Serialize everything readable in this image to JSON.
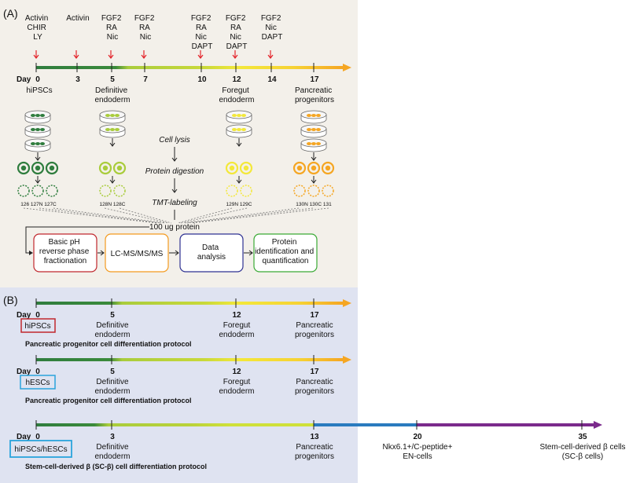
{
  "panelA": {
    "label": "(A)",
    "day_label": "Day",
    "treatments": [
      [
        "Activin",
        "CHIR",
        "LY"
      ],
      [
        "Activin"
      ],
      [
        "FGF2",
        "RA",
        "Nic"
      ],
      [
        "FGF2",
        "RA",
        "Nic"
      ],
      [
        "FGF2",
        "RA",
        "Nic",
        "DAPT"
      ],
      [
        "FGF2",
        "RA",
        "Nic",
        "DAPT"
      ],
      [
        "FGF2",
        "Nic",
        "DAPT"
      ]
    ],
    "days": [
      "0",
      "3",
      "5",
      "7",
      "10",
      "12",
      "14",
      "17"
    ],
    "stages": [
      [
        "hiPSCs"
      ],
      [
        "Definitive",
        "endoderm"
      ],
      [
        "Foregut",
        "endoderm"
      ],
      [
        "Pancreatic",
        "progenitors"
      ]
    ],
    "steps": [
      "Cell lysis",
      "Protein digestion",
      "TMT-labeling"
    ],
    "tmt_labels": [
      "126 127N 127C",
      "128N 128C",
      "129N 129C",
      "130N 130C 131"
    ],
    "protein_amount": "100 ug protein",
    "workflow": [
      [
        "Basic pH",
        "reverse phase",
        "fractionation"
      ],
      [
        "LC-MS/MS/MS"
      ],
      [
        "Data",
        "analysis"
      ],
      [
        "Protein",
        "identification and",
        "quantification"
      ]
    ]
  },
  "panelB": {
    "label": "(B)",
    "protocols": [
      {
        "days": [
          "0",
          "5",
          "12",
          "17"
        ],
        "cell": "hiPSCs",
        "stages": [
          [
            "Definitive",
            "endoderm"
          ],
          [
            "Foregut",
            "endoderm"
          ],
          [
            "Pancreatic",
            "progenitors"
          ]
        ],
        "title": "Pancreatic progenitor cell differentiation protocol"
      },
      {
        "days": [
          "0",
          "5",
          "12",
          "17"
        ],
        "cell": "hESCs",
        "stages": [
          [
            "Definitive",
            "endoderm"
          ],
          [
            "Foregut",
            "endoderm"
          ],
          [
            "Pancreatic",
            "progenitors"
          ]
        ],
        "title": "Pancreatic progenitor cell differentiation protocol"
      },
      {
        "days": [
          "0",
          "3",
          "13",
          "20",
          "35"
        ],
        "cell": "hiPSCs/hESCs",
        "stages": [
          [
            "Definitive",
            "endoderm"
          ],
          [
            "Pancreatic",
            "progenitors"
          ],
          [
            "Nkx6.1+/C-peptide+",
            "EN-cells"
          ],
          [
            "Stem-cell-derived β cells",
            "(SC-β cells)"
          ]
        ],
        "title": "Stem-cell-derived β (SC-β) cell differentiation protocol"
      }
    ]
  },
  "colors": {
    "panel_a_bg": "#f3f0ea",
    "panel_b_bg": "#dfe3f1",
    "early_green": "#2f7d3e",
    "mid_green": "#a9cc3c",
    "yellow": "#f3e83a",
    "orange": "#f5a623",
    "blue": "#2a7bbf",
    "purple": "#7b2a8c",
    "red_arrow": "#e3242b",
    "box_red": "#c0272d",
    "box_orange": "#f39a1e",
    "box_navy": "#2e3192",
    "box_green": "#3aaa35",
    "box_cyan": "#2aa3dc"
  }
}
